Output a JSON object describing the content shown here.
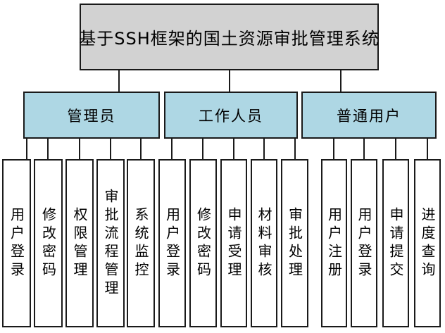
{
  "diagram": {
    "title": "基于SSH框架的国土资源审批管理系统",
    "colors": {
      "root_fill": "#d2d2d2",
      "branch_fill": "#aed7e4",
      "leaf_fill": "#ffffff",
      "border": "#1a1a1a",
      "background": "#ffffff"
    },
    "branches": [
      {
        "label": "管理员",
        "children": [
          "用户登录",
          "修改密码",
          "权限管理",
          "审批流程管理",
          "系统监控"
        ]
      },
      {
        "label": "工作人员",
        "children": [
          "用户登录",
          "修改密码",
          "申请受理",
          "材料审核",
          "审批处理"
        ]
      },
      {
        "label": "普通用户",
        "children": [
          "用户注册",
          "用户登录",
          "申请提交",
          "进度查询"
        ]
      }
    ]
  }
}
